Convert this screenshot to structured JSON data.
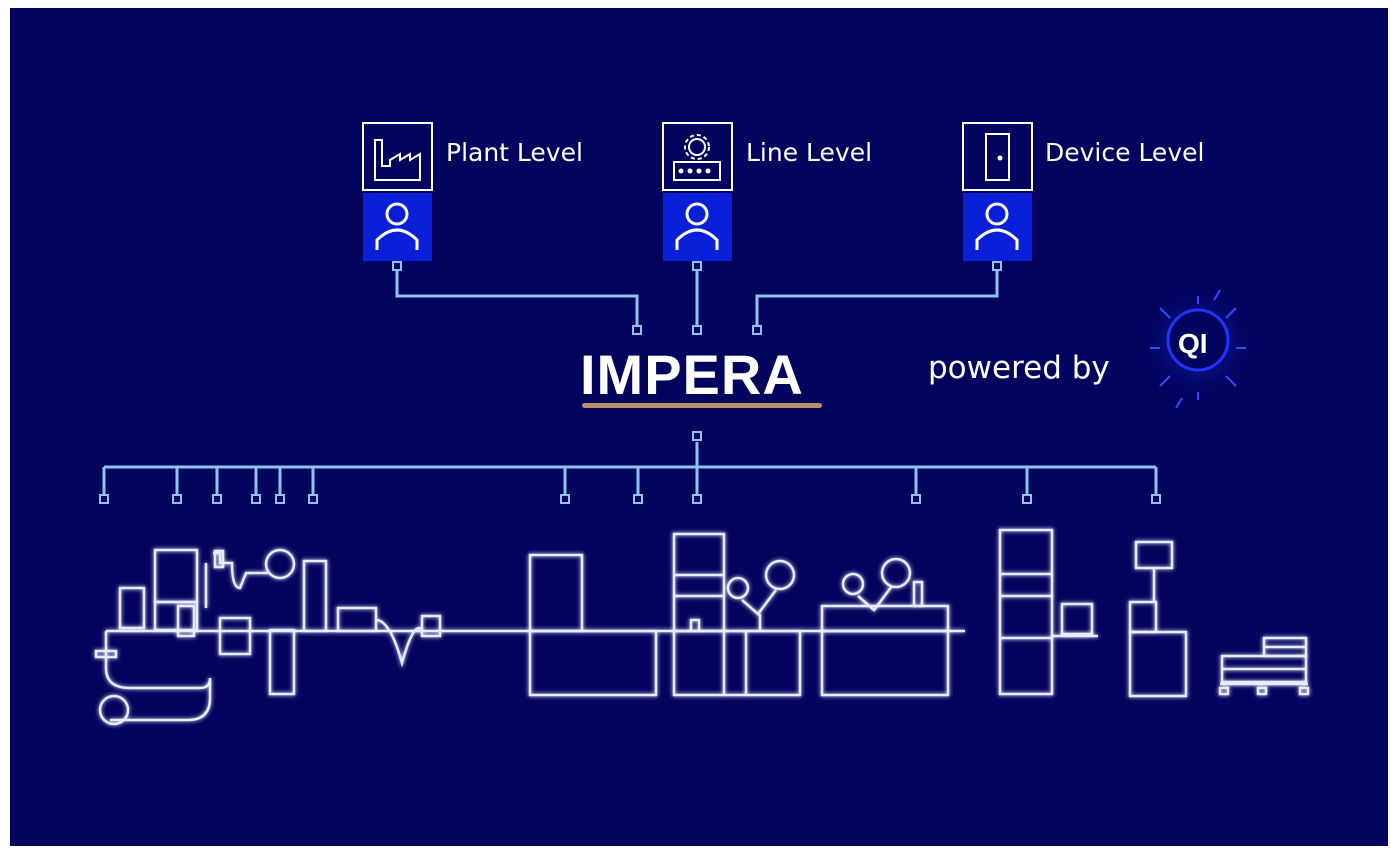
{
  "levels": [
    {
      "label": "Plant Level",
      "icon": "factory-icon"
    },
    {
      "label": "Line Level",
      "icon": "gear-machine-icon"
    },
    {
      "label": "Device Level",
      "icon": "device-cabinet-icon"
    }
  ],
  "brand": {
    "name": "IMPERA",
    "powered_by": "powered by",
    "partner_logo": "QI"
  },
  "colors": {
    "background": "#03045e",
    "accent_blue": "#0a1fd8",
    "connector": "#8fc3ee",
    "machine_outline": "#e8ecff",
    "underline": "#b8906a"
  }
}
